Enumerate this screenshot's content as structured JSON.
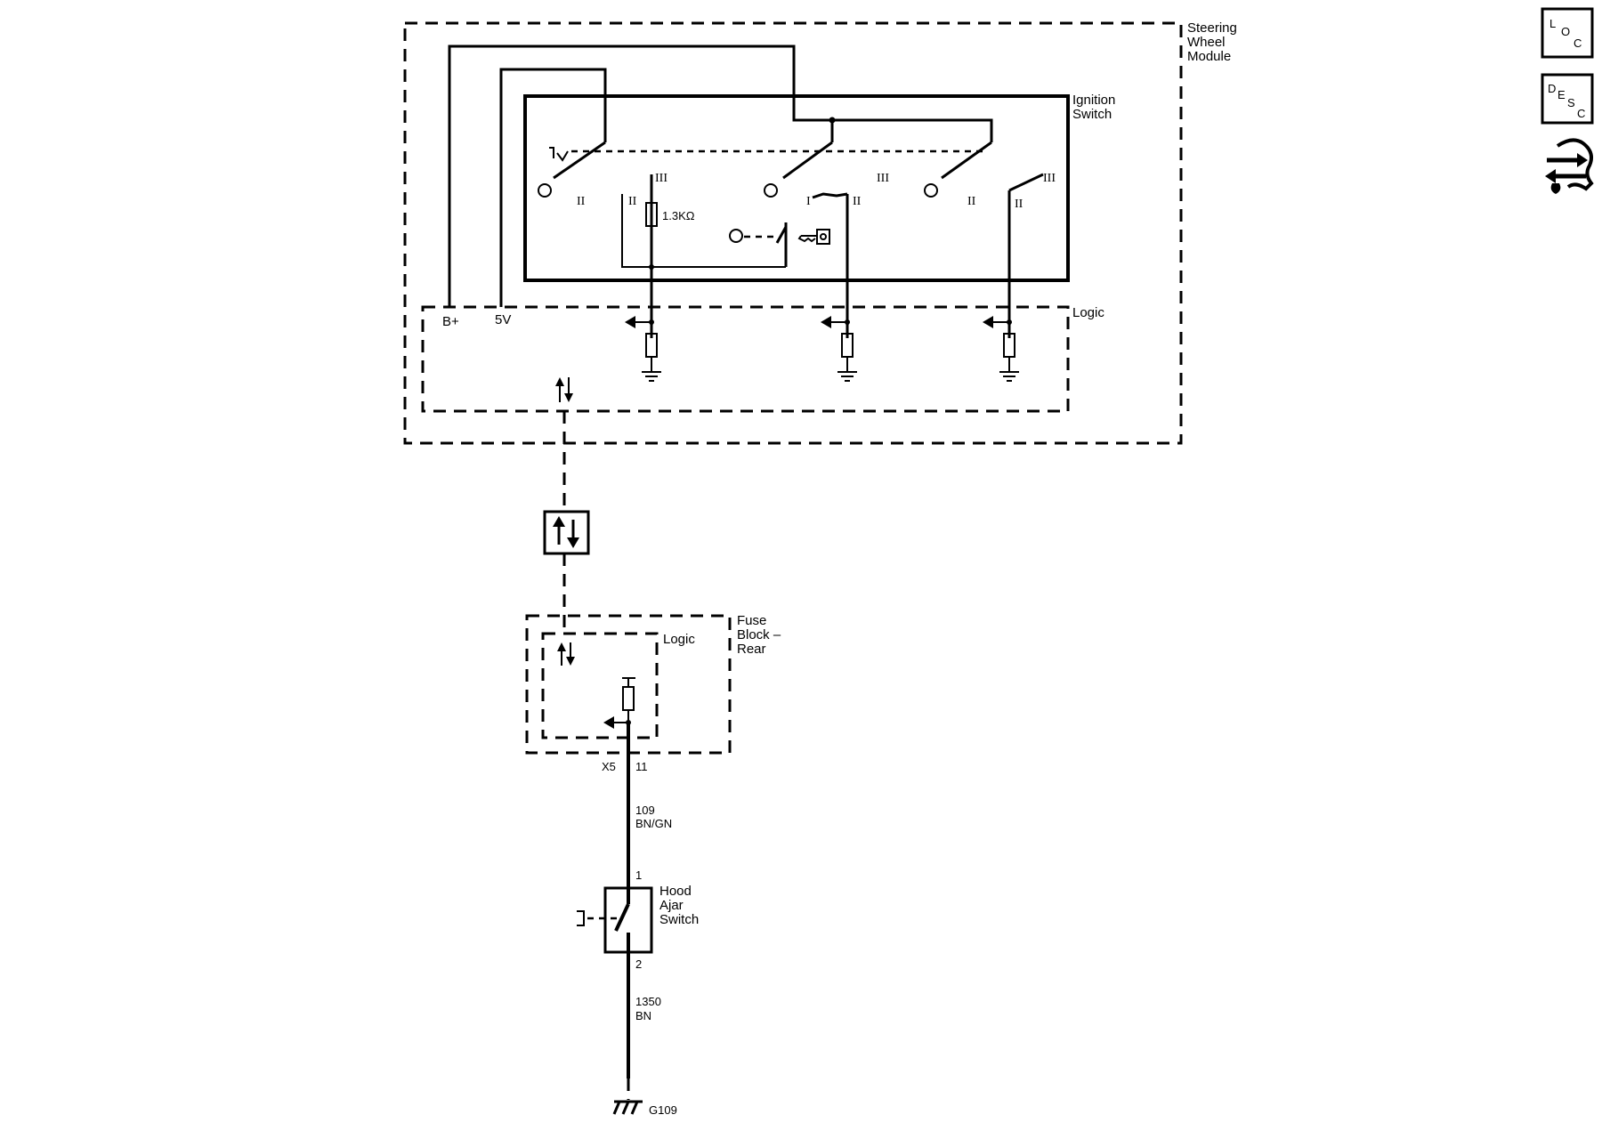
{
  "steering_wheel_module": {
    "line1": "Steering",
    "line2": "Wheel",
    "line3": "Module"
  },
  "ignition_switch": {
    "line1": "Ignition",
    "line2": "Switch"
  },
  "logic_label": "Logic",
  "supply_b_plus": "B+",
  "supply_5v": "5V",
  "resistor_value": "1.3KΩ",
  "positions": {
    "p1": "I",
    "p2": "II",
    "p3": "III"
  },
  "fuse_block": {
    "line1": "Fuse",
    "line2": "Block –",
    "line3": "Rear",
    "logic": "Logic"
  },
  "connector": {
    "name": "X5",
    "pin": "11"
  },
  "wire_upper": {
    "circuit": "109",
    "color": "BN/GN"
  },
  "hood_switch": {
    "line1": "Hood",
    "line2": "Ajar",
    "line3": "Switch",
    "pin1": "1",
    "pin2": "2"
  },
  "wire_lower": {
    "circuit": "1350",
    "color": "BN"
  },
  "ground": "G109",
  "side_icons": {
    "loc": {
      "l": "L",
      "o": "O",
      "c": "C",
      "icon": "location-icon"
    },
    "desc": {
      "d": "D",
      "e": "E",
      "s": "S",
      "c": "C",
      "icon": "description-icon"
    },
    "repair_icon": "wrench-arrows-icon"
  }
}
